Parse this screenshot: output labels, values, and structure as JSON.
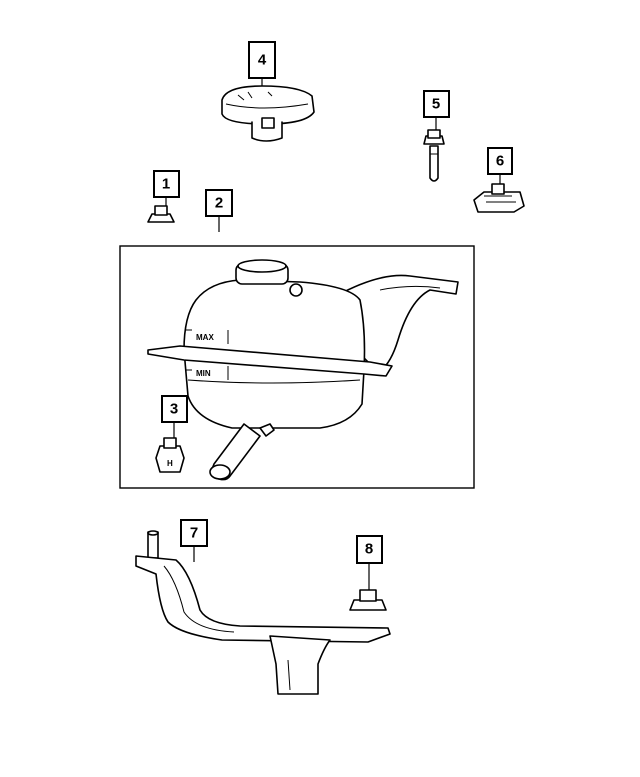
{
  "callouts": [
    {
      "id": "4",
      "label": "4"
    },
    {
      "id": "5",
      "label": "5"
    },
    {
      "id": "6",
      "label": "6"
    },
    {
      "id": "1",
      "label": "1"
    },
    {
      "id": "2",
      "label": "2"
    },
    {
      "id": "3",
      "label": "3"
    },
    {
      "id": "7",
      "label": "7"
    },
    {
      "id": "8",
      "label": "8"
    }
  ],
  "reservoir_markings": {
    "max": "MAX",
    "min": "MIN"
  },
  "clip_marking": "H"
}
